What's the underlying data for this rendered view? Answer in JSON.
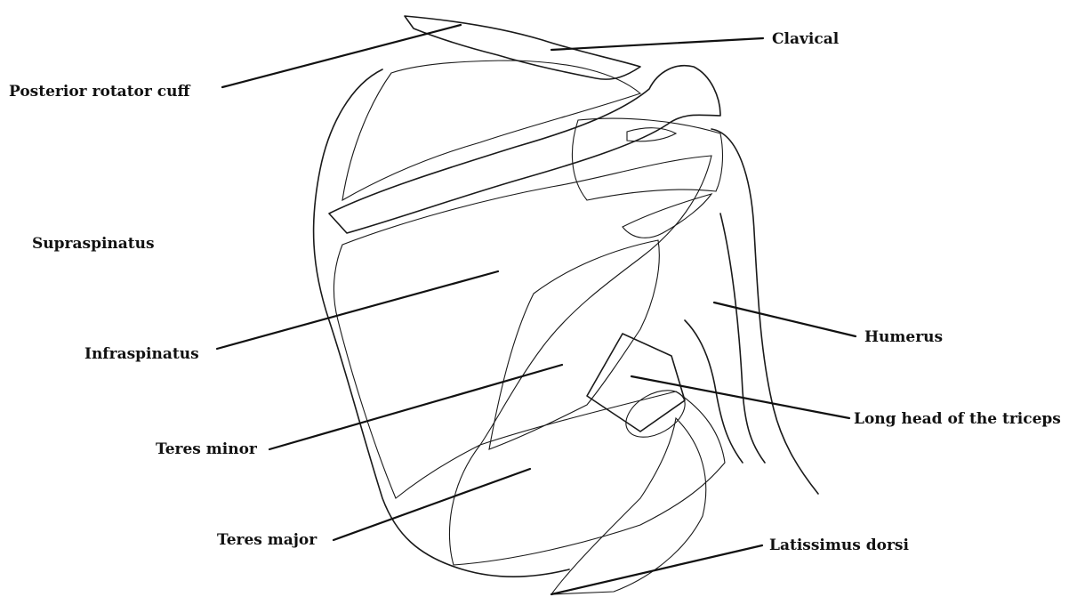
{
  "labels": {
    "clavical": "Clavical",
    "posterior_rotator_cuff": "Posterior rotator cuff",
    "supraspinatus": "Supraspinatus",
    "infraspinatus": "Infraspinatus",
    "humerus": "Humerus",
    "long_head_triceps": "Long head of the triceps",
    "teres_minor": "Teres minor",
    "teres_major": "Teres major",
    "latissimus_dorsi": "Latissimus dorsi"
  },
  "colors": {
    "ink": "#1a1a1a",
    "paper": "#ffffff"
  }
}
